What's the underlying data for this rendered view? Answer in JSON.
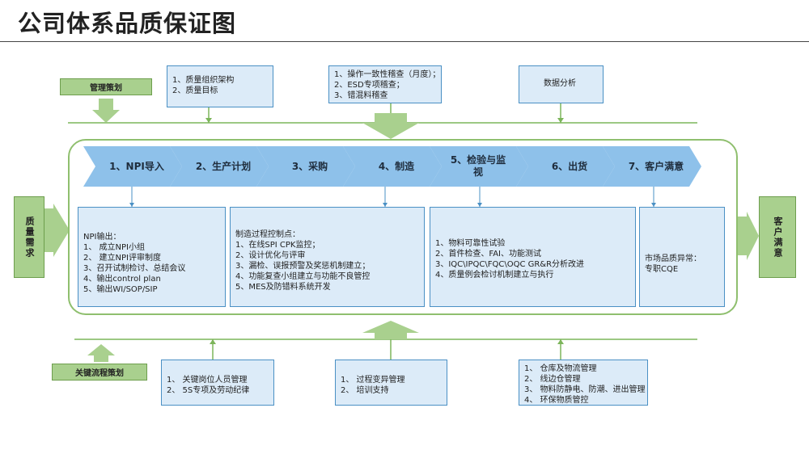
{
  "title": "公司体系品质保证图",
  "top_left_tag": "管理策划",
  "bottom_left_tag": "关键流程策划",
  "left_side_tag": "质量需求",
  "right_side_tag": "客户满意",
  "steps": [
    "1、NPI导入",
    "2、生产计划",
    "3、采购",
    "4、制造",
    "5、检验与监视",
    "6、出货",
    "7、客户满意"
  ],
  "top_boxes": [
    {
      "lines": [
        "1、质量组织架构",
        "2、质量目标"
      ]
    },
    {
      "lines": [
        "1、操作一致性稽查（月度）；",
        "2、ESD专项稽查；",
        "3、错混料稽查"
      ]
    },
    {
      "lines": [
        "数据分析"
      ]
    }
  ],
  "middle_boxes": [
    {
      "lines": [
        "NPI输出：",
        "1、 成立NPI小组",
        "2、 建立NPI评审制度",
        "3、召开试制检讨、总结会议",
        "4、输出control  plan",
        "5、输出WI/SOP/SIP"
      ]
    },
    {
      "lines": [
        "制造过程控制点：",
        "1、在线SPI CPK监控；",
        "2、设计优化与评审",
        "3、漏检、误报预警及奖惩机制建立；",
        "4、功能复查小组建立与功能不良管控",
        "5、MES及防错料系统开发"
      ]
    },
    {
      "lines": [
        "1、物料可靠性试验",
        "2、首件检查、FAI、功能测试",
        "3、IQC\\IPQC\\FQC\\OQC GR&R分析改进",
        "4、质量例会检讨机制建立与执行"
      ]
    },
    {
      "lines": [
        "市场品质异常：",
        "专职CQE"
      ]
    }
  ],
  "bottom_boxes": [
    {
      "lines": [
        "1、 关键岗位人员管理",
        "2、 5S专项及劳动纪律"
      ]
    },
    {
      "lines": [
        "1、 过程变异管理",
        "2、 培训支持"
      ]
    },
    {
      "lines": [
        "1、 仓库及物流管理",
        "2、 线边仓管理",
        "3、 物料防静电、防潮、进出管理",
        "4、 环保物质管控"
      ]
    }
  ],
  "colors": {
    "arrow_blue": "#8ec1ea",
    "box_fill": "#dcebf8",
    "box_border": "#4a90c4",
    "green_fill": "#a9d08e",
    "green_line": "#7cb55a"
  }
}
